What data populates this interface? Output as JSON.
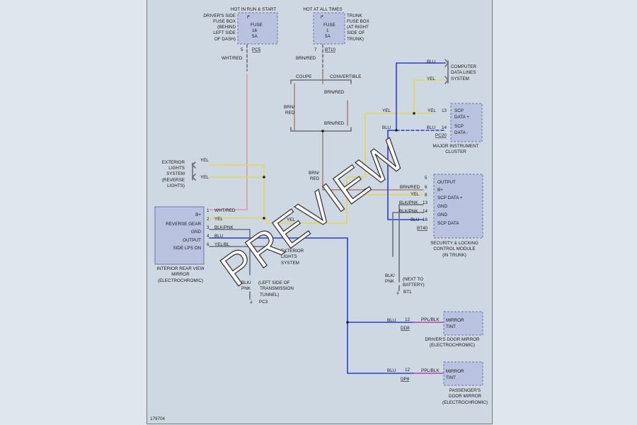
{
  "fuse_pc5": {
    "header": "HOT IN RUN & START",
    "location": [
      "DRIVER'S SIDE",
      "FUSE BOX",
      "(BEHIND",
      "LEFT SIDE",
      "OF DASH)"
    ],
    "label": [
      "FUSE",
      "16",
      "5A"
    ],
    "pin": "5",
    "connector": "PC5"
  },
  "fuse_bt10": {
    "header": "HOT AT ALL TIMES",
    "location": [
      "TRUNK",
      "FUSE BOX",
      "(AT RIGHT",
      "SIDE OF",
      "TRUNK)"
    ],
    "label": [
      "FUSE",
      "1",
      "5A"
    ],
    "pin": "7",
    "connector": "BT10"
  },
  "wires": {
    "wht_red": "WHT/RED",
    "brn_red": "BRN/RED",
    "brn_red_split": [
      "BRN/",
      "RED"
    ],
    "coupe": "COUPE",
    "convertible": "CONVERTIBLE",
    "yel": "YEL",
    "blu": "BLU",
    "blk_pnk": "BLK/PNK",
    "blk_pnk_split": [
      "BLK/",
      "PNK"
    ],
    "ppl_blk": "PPL/BLK",
    "brn_red_short": "BRN/RED"
  },
  "computer_data": [
    "COMPUTER",
    "DATA LINES",
    "SYSTEM"
  ],
  "cluster": {
    "pins": [
      "13",
      "14"
    ],
    "rows": [
      "SCP",
      "DATA +",
      "SCP",
      "DATA -"
    ],
    "connector": "PC20",
    "name": [
      "MAJOR INSTRUMENT",
      "CLUSTER"
    ]
  },
  "exterior_lights_left": [
    "EXTERIOR",
    "LIGHTS",
    "SYSTEM",
    "(REVERSE",
    "LIGHTS)"
  ],
  "exterior_lights_mid": [
    "EXTERIOR",
    "LIGHTS",
    "SYSTEM"
  ],
  "mirror": {
    "rows": [
      "B+",
      "REVERSE GEAR",
      "GND",
      "OUTPUT",
      "SIDE LPS ON"
    ],
    "pins": [
      "1",
      "2",
      "3",
      "4",
      "6"
    ],
    "wires": [
      "WHT/RED",
      "YEL",
      "BLK/PNK",
      "BLU",
      "YEL/BL"
    ],
    "name": [
      "INTERIOR REAR VIEW",
      "MIRROR",
      "(ELECTROCHROMIC)"
    ]
  },
  "security_module": {
    "rows": [
      "OUTPUT",
      "B+",
      "SCP DATA +",
      "GND",
      "GND",
      "SCP DATA"
    ],
    "pins": [
      "5",
      "6",
      "8",
      "13",
      "14",
      "16"
    ],
    "wires": [
      "BRN/RED",
      "YEL",
      "BLK/PNK",
      "BLK/PNK",
      "BLU"
    ],
    "connector": "BT40",
    "name": [
      "SECURITY & LOCKING",
      "CONTROL MODULE",
      "(IN TRUNK)"
    ]
  },
  "ground_pc3": [
    "(LEFT SIDE OF",
    "TRANSMISSION",
    "TUNNEL)"
  ],
  "ground_pc3_id": "PC3",
  "ground_bt1": [
    "(NEXT TO",
    "BATTERY)"
  ],
  "ground_bt1_id": "BT1",
  "door_driver": {
    "pin": "12",
    "connector": "DD8",
    "rows": [
      "MIRROR",
      "TINT"
    ],
    "name": [
      "DRIVER'S DOOR MIRROR",
      "(ELECTROCHROMIC)"
    ]
  },
  "door_pass": {
    "pin": "12",
    "connector": "DP8",
    "rows": [
      "MIRROR",
      "TINT"
    ],
    "name": [
      "PASSENGER'S",
      "DOOR MIRROR",
      "(ELECTROCHROMIC)"
    ]
  },
  "diagram_id": "179704",
  "watermark": "PREVIEW"
}
